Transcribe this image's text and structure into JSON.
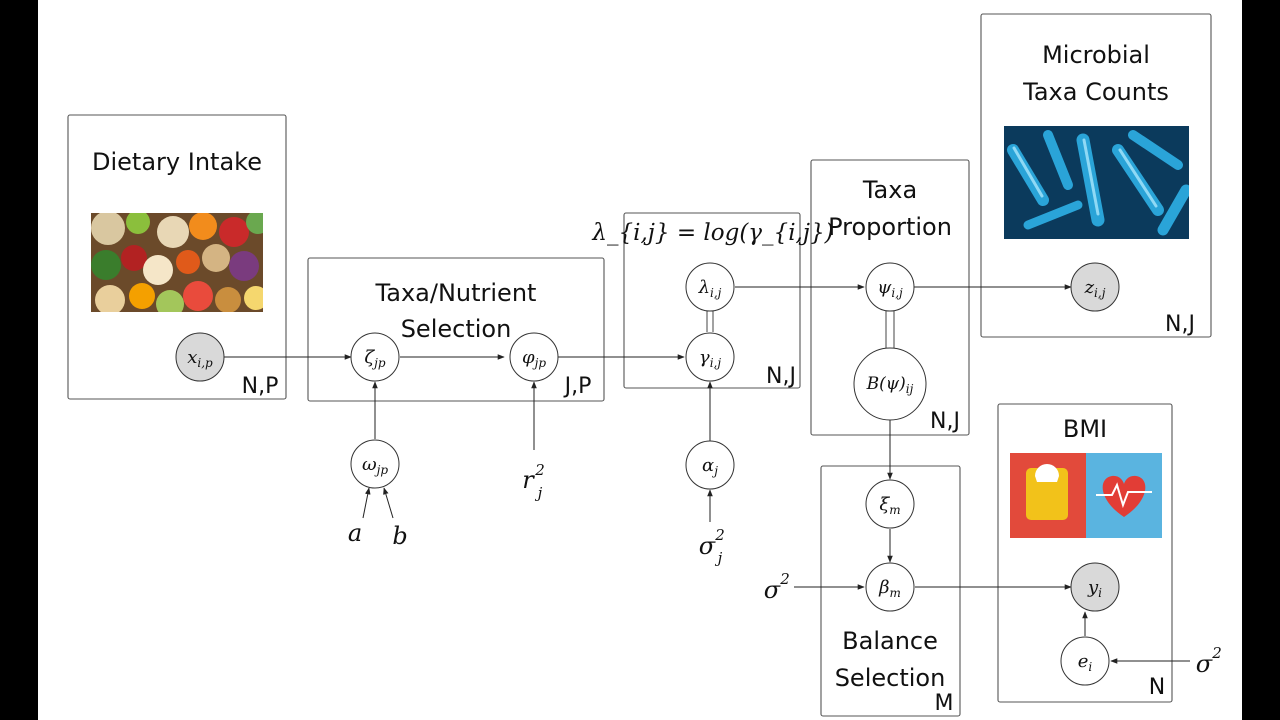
{
  "plates": {
    "dietary": {
      "title_1": "Dietary Intake",
      "index": "N,P"
    },
    "selection": {
      "title_1": "Taxa/Nutrient",
      "title_2": "Selection",
      "index": "J,P"
    },
    "lambda": {
      "formula": "λ_{i,j} = log(γ_{i,j})",
      "index": "N,J"
    },
    "proportion": {
      "title_1": "Taxa",
      "title_2": "Proportion",
      "index": "N,J"
    },
    "counts": {
      "title_1": "Microbial",
      "title_2": "Taxa Counts",
      "index": "N,J"
    },
    "balance": {
      "title_1": "Balance",
      "title_2": "Selection",
      "index": "M"
    },
    "bmi": {
      "title_1": "BMI",
      "index": "N"
    }
  },
  "nodes": {
    "x": {
      "label": "x",
      "sub": "i,p",
      "observed": true
    },
    "zeta": {
      "label": "ζ",
      "sub": "jp",
      "observed": false
    },
    "phi": {
      "label": "φ",
      "sub": "jp",
      "observed": false
    },
    "lambda": {
      "label": "λ",
      "sub": "i,j",
      "observed": false
    },
    "gamma": {
      "label": "γ",
      "sub": "i,j",
      "observed": false
    },
    "psi": {
      "label": "ψ",
      "sub": "i,j",
      "observed": false
    },
    "z": {
      "label": "z",
      "sub": "i,j",
      "observed": true
    },
    "B": {
      "label": "B(ψ)",
      "sub": "ij",
      "observed": false
    },
    "omega": {
      "label": "ω",
      "sub": "jp",
      "observed": false
    },
    "alpha": {
      "label": "α",
      "sub": "j",
      "observed": false
    },
    "xi": {
      "label": "ξ",
      "sub": "m",
      "observed": false
    },
    "beta": {
      "label": "β",
      "sub": "m",
      "observed": false
    },
    "y": {
      "label": "y",
      "sub": "i",
      "observed": true
    },
    "e": {
      "label": "e",
      "sub": "i",
      "observed": false
    }
  },
  "hyperparameters": {
    "a": "a",
    "b": "b",
    "r": {
      "label": "r",
      "sup": "2",
      "sub": "j"
    },
    "sigma_j": {
      "label": "σ",
      "sup": "2",
      "sub": "j"
    },
    "sigma_beta": {
      "label": "σ",
      "sup": "2"
    },
    "sigma_e": {
      "label": "σ",
      "sup": "2"
    }
  },
  "images": {
    "food": "food-photo-icon",
    "bacteria": "bacteria-photo-icon",
    "scale": "scale-icon",
    "heart": "heart-icon"
  },
  "colors": {
    "observed_fill": "#d9d9d9",
    "bacteria": "#1f8fc4",
    "scale_bg": "#e24a3b",
    "heart_bg": "#5ab4e0",
    "heart": "#e23d36",
    "scale": "#f2c21a"
  }
}
